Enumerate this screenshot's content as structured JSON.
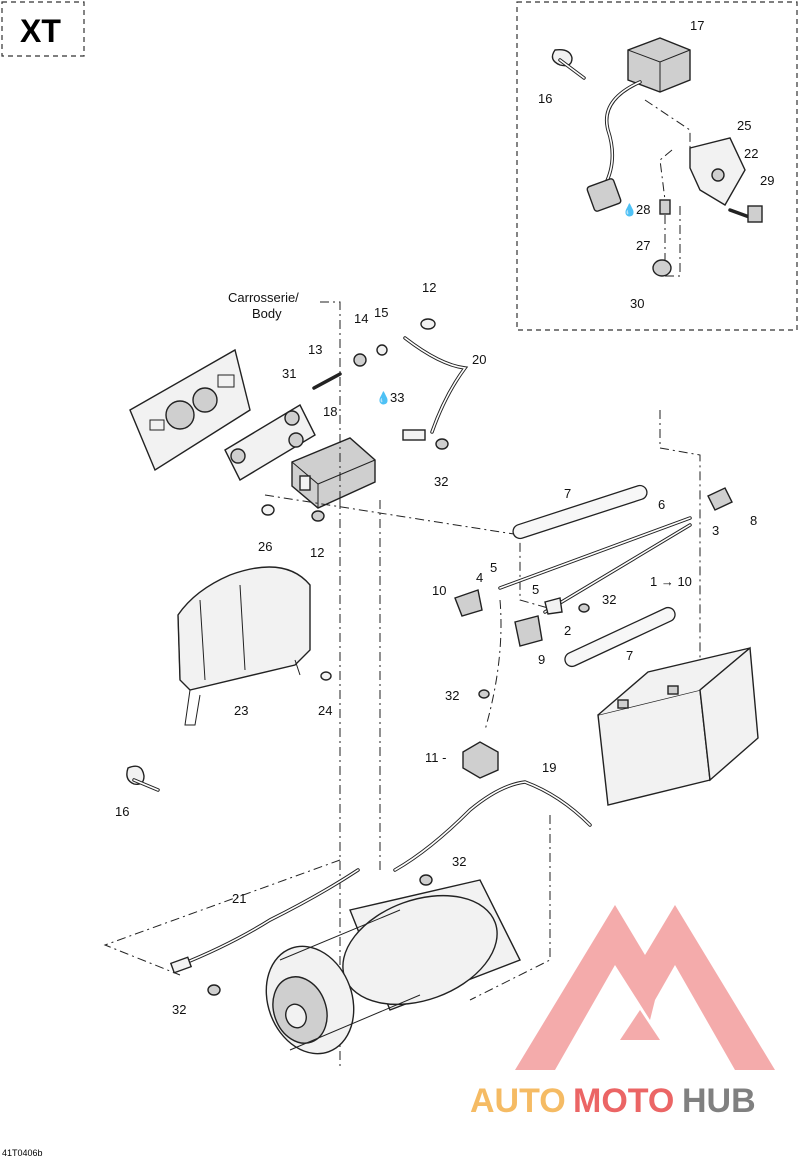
{
  "header": {
    "model_code": "XT"
  },
  "inset": {
    "callouts": [
      {
        "id": "c17",
        "label": "17"
      },
      {
        "id": "c16a",
        "label": "16"
      },
      {
        "id": "c25",
        "label": "25"
      },
      {
        "id": "c22",
        "label": "22"
      },
      {
        "id": "c29",
        "label": "29"
      },
      {
        "id": "c28",
        "label": "28"
      },
      {
        "id": "c27",
        "label": "27"
      },
      {
        "id": "c30",
        "label": "30"
      }
    ]
  },
  "main": {
    "body_label_line1": "Carrosserie/",
    "body_label_line2": "Body",
    "callouts": [
      {
        "id": "c12a",
        "label": "12"
      },
      {
        "id": "c14",
        "label": "14"
      },
      {
        "id": "c15",
        "label": "15"
      },
      {
        "id": "c13",
        "label": "13"
      },
      {
        "id": "c20",
        "label": "20"
      },
      {
        "id": "c31",
        "label": "31"
      },
      {
        "id": "c18",
        "label": "18"
      },
      {
        "id": "c33",
        "label": "33"
      },
      {
        "id": "c32a",
        "label": "32"
      },
      {
        "id": "c7a",
        "label": "7"
      },
      {
        "id": "c6",
        "label": "6"
      },
      {
        "id": "c3",
        "label": "3"
      },
      {
        "id": "c8",
        "label": "8"
      },
      {
        "id": "c26",
        "label": "26"
      },
      {
        "id": "c12b",
        "label": "12"
      },
      {
        "id": "c5a",
        "label": "5"
      },
      {
        "id": "c4",
        "label": "4"
      },
      {
        "id": "c5b",
        "label": "5"
      },
      {
        "id": "c10a",
        "label": "10"
      },
      {
        "id": "c32b",
        "label": "32"
      },
      {
        "id": "c2",
        "label": "2"
      },
      {
        "id": "c1to10",
        "label": "1 → 10"
      },
      {
        "id": "c9",
        "label": "9"
      },
      {
        "id": "c7b",
        "label": "7"
      },
      {
        "id": "c23",
        "label": "23"
      },
      {
        "id": "c24",
        "label": "24"
      },
      {
        "id": "c32c",
        "label": "32"
      },
      {
        "id": "c11",
        "label": "11 -"
      },
      {
        "id": "c19",
        "label": "19"
      },
      {
        "id": "c16b",
        "label": "16"
      },
      {
        "id": "c32d",
        "label": "32"
      },
      {
        "id": "c21",
        "label": "21"
      },
      {
        "id": "c32e",
        "label": "32"
      }
    ]
  },
  "footer": {
    "drawing_number": "41T0406b"
  },
  "watermark": {
    "text_auto": "AUTO",
    "text_moto": "MOTO",
    "text_hub": "HUB",
    "color_primary": "#e84b4b",
    "color_auto": "#f4b04a",
    "color_hub": "#6b6b6b"
  }
}
